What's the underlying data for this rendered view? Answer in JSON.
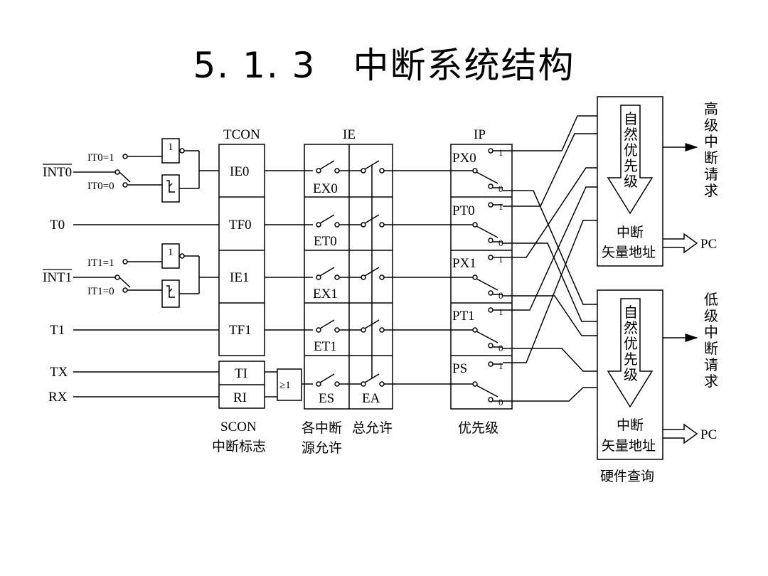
{
  "title": "5. 1. 3　中断系统结构",
  "inputs": {
    "int0": "INT0",
    "t0": "T0",
    "int1": "INT1",
    "t1": "T1",
    "tx": "TX",
    "rx": "RX",
    "it0_1": "IT0=1",
    "it0_0": "IT0=0",
    "it1_1": "IT1=1",
    "it1_0": "IT1=0",
    "one": "1",
    "or_gate": "≥1"
  },
  "tcon": {
    "title": "TCON",
    "cells": [
      "IE0",
      "TF0",
      "IE1",
      "TF1"
    ]
  },
  "scon": {
    "cells": [
      "TI",
      "RI"
    ],
    "caption_1": "SCON",
    "caption_2": "中断标志"
  },
  "ie": {
    "title": "IE",
    "switches": [
      "EX0",
      "ET0",
      "EX1",
      "ET1",
      "ES"
    ],
    "ea": "EA",
    "caption_1a": "各中断",
    "caption_1b": "源允许",
    "caption_2": "总允许"
  },
  "ip": {
    "title": "IP",
    "bits": [
      "PX0",
      "PT0",
      "PX1",
      "PT1",
      "PS"
    ],
    "high": "1",
    "low": "0",
    "caption": "优先级"
  },
  "hw": {
    "natural_priority": [
      "自",
      "然",
      "优",
      "先",
      "级"
    ],
    "vector_1": "中断",
    "vector_2": "矢量地址",
    "pc": "PC",
    "high_req": [
      "高",
      "级",
      "中",
      "断",
      "请",
      "求"
    ],
    "low_req": [
      "低",
      "级",
      "中",
      "断",
      "请",
      "求"
    ],
    "caption": "硬件查询"
  }
}
